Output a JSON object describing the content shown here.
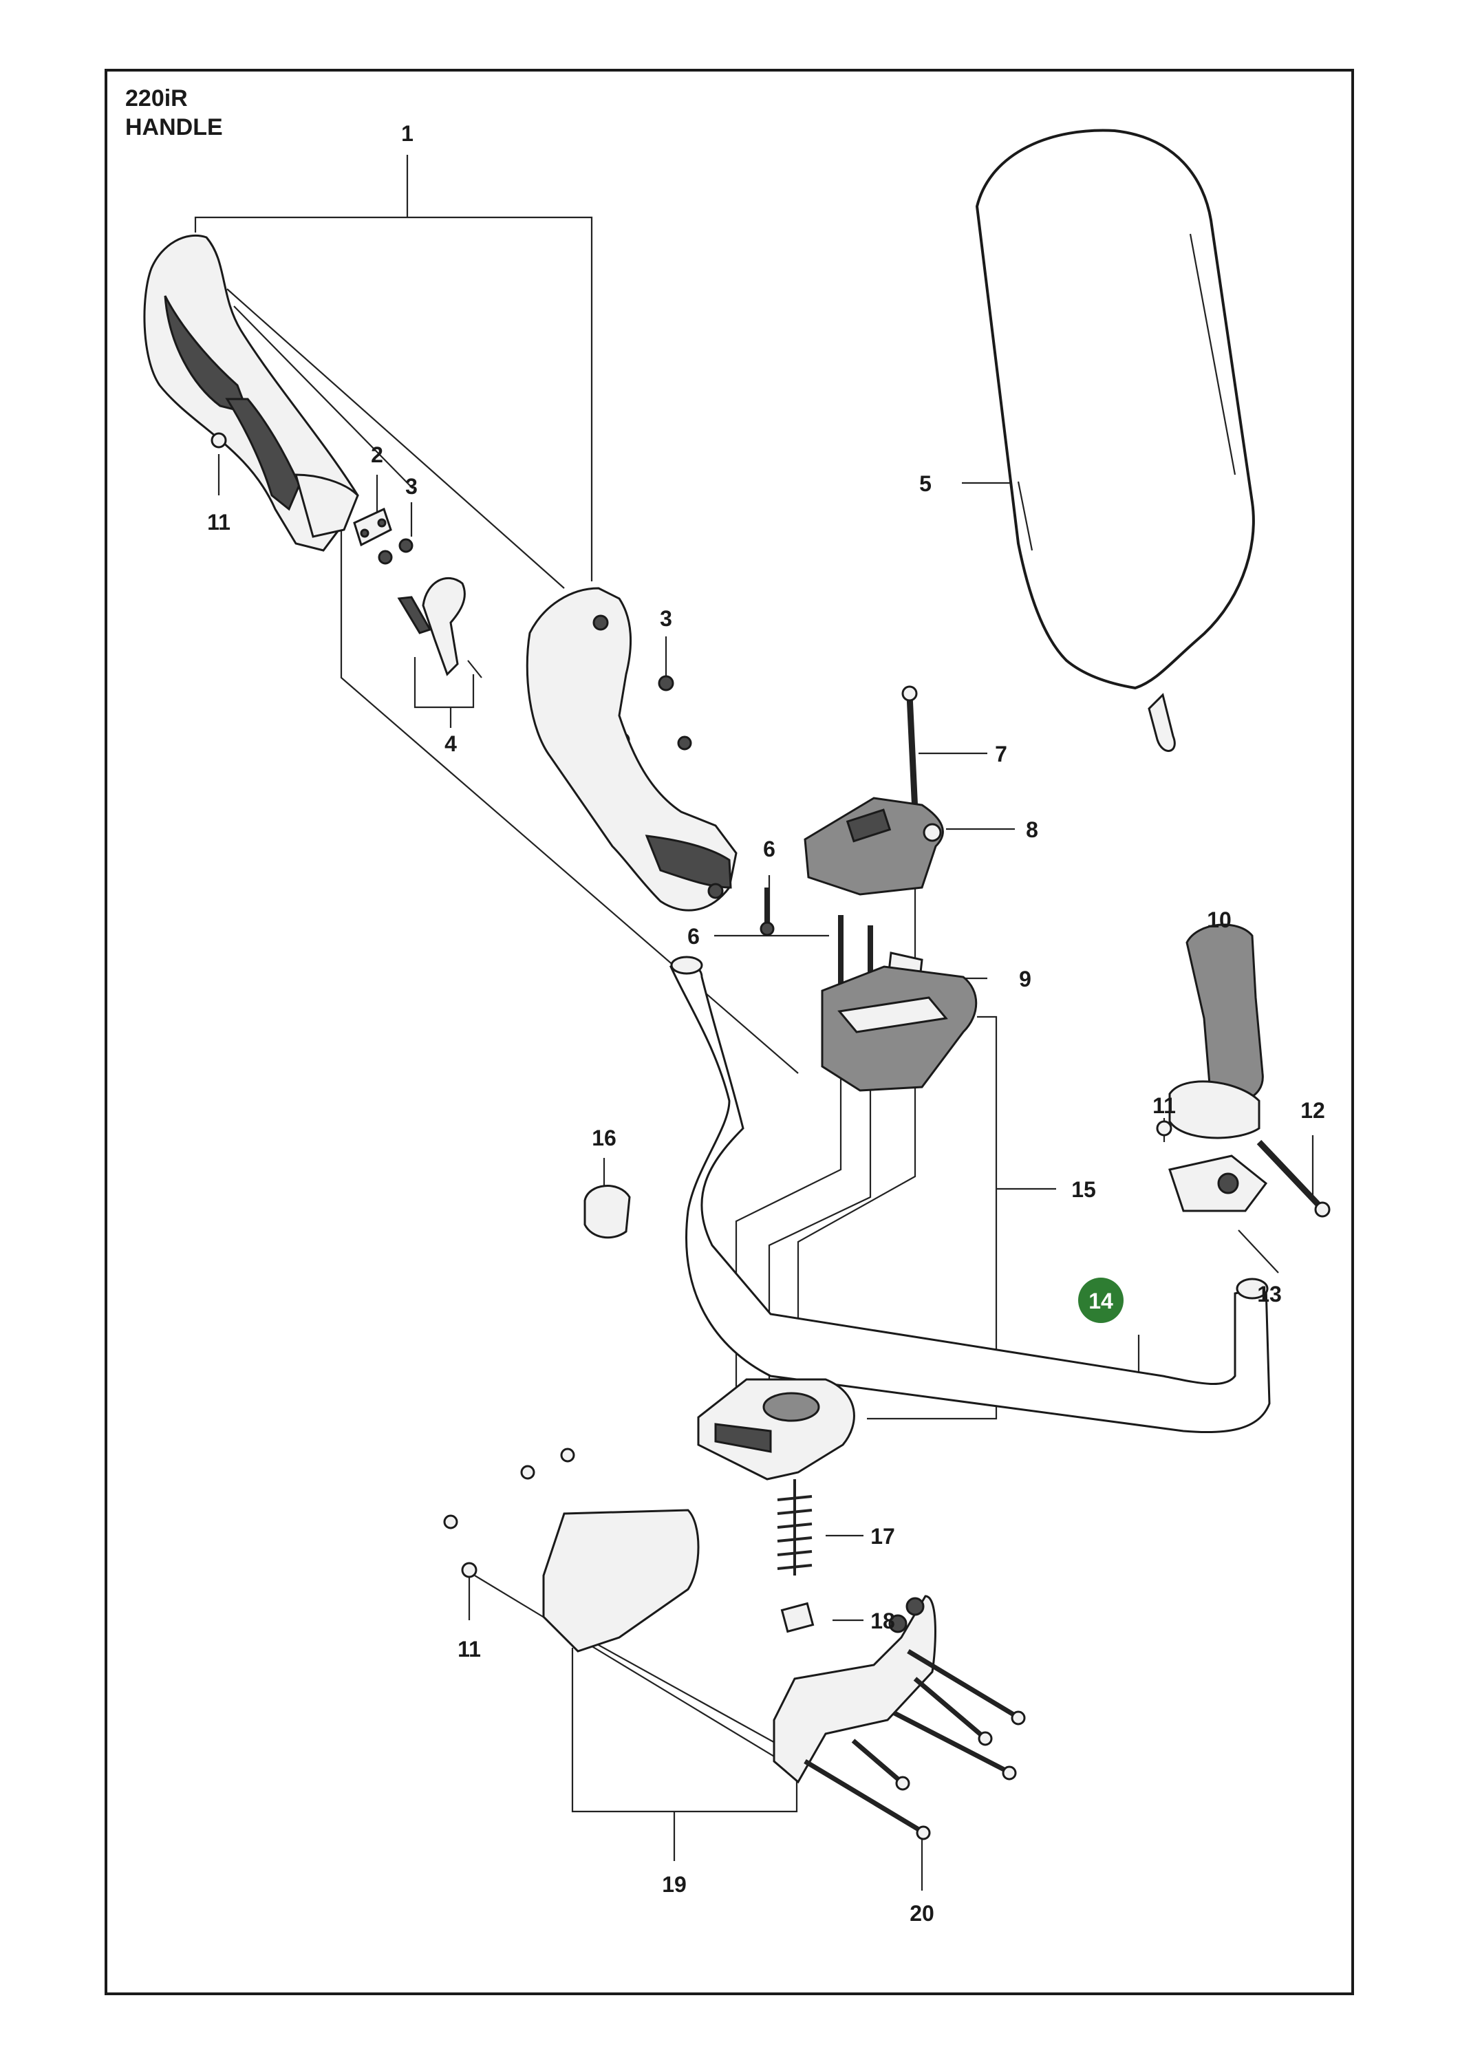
{
  "header": {
    "model": "220iR",
    "section": "HANDLE"
  },
  "highlight_color": "#2e7d32",
  "callouts": [
    {
      "id": "c1",
      "label": "1"
    },
    {
      "id": "c2",
      "label": "2"
    },
    {
      "id": "c3a",
      "label": "3"
    },
    {
      "id": "c3b",
      "label": "3"
    },
    {
      "id": "c4",
      "label": "4"
    },
    {
      "id": "c5",
      "label": "5"
    },
    {
      "id": "c6a",
      "label": "6"
    },
    {
      "id": "c6b",
      "label": "6"
    },
    {
      "id": "c7",
      "label": "7"
    },
    {
      "id": "c8",
      "label": "8"
    },
    {
      "id": "c9",
      "label": "9"
    },
    {
      "id": "c10",
      "label": "10"
    },
    {
      "id": "c11a",
      "label": "11"
    },
    {
      "id": "c11b",
      "label": "11"
    },
    {
      "id": "c11c",
      "label": "11"
    },
    {
      "id": "c12",
      "label": "12"
    },
    {
      "id": "c13",
      "label": "13"
    },
    {
      "id": "c14",
      "label": "14",
      "highlighted": true
    },
    {
      "id": "c15",
      "label": "15"
    },
    {
      "id": "c16",
      "label": "16"
    },
    {
      "id": "c17",
      "label": "17"
    },
    {
      "id": "c18",
      "label": "18"
    },
    {
      "id": "c19",
      "label": "19"
    },
    {
      "id": "c20",
      "label": "20"
    }
  ]
}
